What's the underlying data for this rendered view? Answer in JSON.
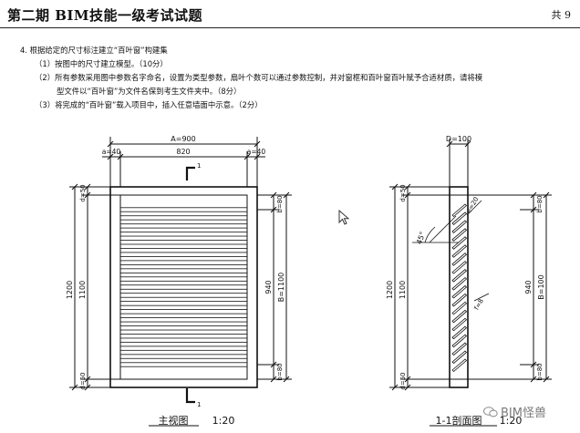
{
  "header": {
    "title": "第二期 BIM技能一级考试试题",
    "pages": "共 9"
  },
  "question": {
    "stem": "4. 根据给定的尺寸标注建立“百叶窗”构建集",
    "items": [
      "（1）按图中的尺寸建立模型。（10分）",
      "（2）所有参数采用图中参数名字命名，设置为类型参数，扇叶个数可以通过参数控制，并对窗框和百叶窗百叶赋予合适材质，请将模",
      "型文件以“百叶窗”为文件名保到考生文件夹中。（8分）",
      "（3）将完成的“百叶窗”载入项目中，插入任意墙面中示意。（2分）"
    ]
  },
  "front_view": {
    "dim_total_width": "A=900",
    "dim_left_frame": "a=40",
    "dim_inner_width": "820",
    "dim_right_frame": "a=40",
    "section_mark_top": "1",
    "section_mark_bottom": "1",
    "dim_total_height": "1200",
    "dim_top_frame": "d=50",
    "dim_inner_height": "1100",
    "dim_bottom_frame": "d=50",
    "dim_b_top": "b=80",
    "dim_940": "940",
    "dim_B": "B=1100",
    "dim_b_bottom": "b=80",
    "caption": "主视图",
    "scale": "1:20",
    "slat_count": 20
  },
  "section_view": {
    "dim_depth": "D=100",
    "dim_total_height": "1200",
    "dim_top_frame": "d=50",
    "dim_inner_height": "1100",
    "dim_bottom_frame": "d=50",
    "dim_e": "e=20",
    "dim_angle": "45°",
    "dim_f": "f=8",
    "dim_b_top": "b=80",
    "dim_940": "940",
    "dim_B": "B=100",
    "dim_b_bottom": "b=80",
    "caption": "1-1剖面图",
    "scale": "1:20",
    "slat_count": 20
  },
  "watermark": "BIM怪兽"
}
